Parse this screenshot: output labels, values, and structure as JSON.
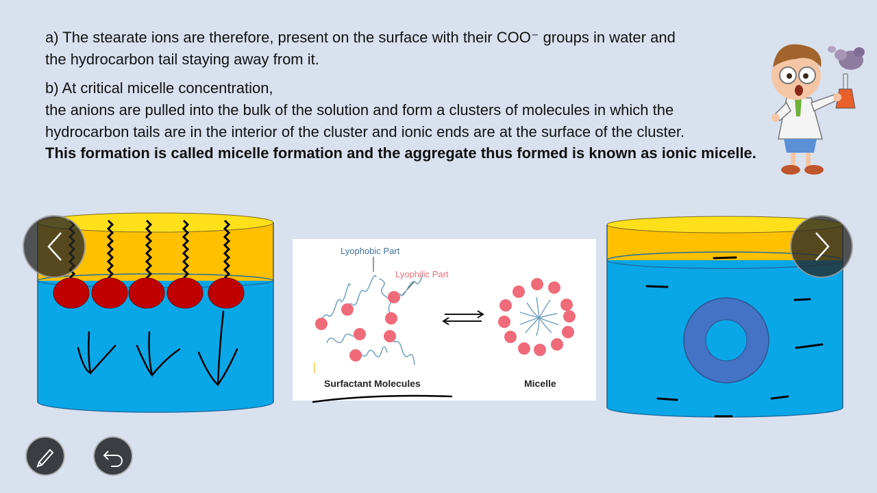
{
  "slide": {
    "para_a": {
      "line1": "a) The stearate ions are therefore, present on the surface with their COO⁻ groups in water and",
      "line2": "the hydrocarbon tail staying away from it."
    },
    "para_b": {
      "line1": "b) At critical micelle concentration,",
      "line2": "the anions are pulled into the bulk of the solution and form a clusters of molecules in which the",
      "line3": "hydrocarbon tails are in the interior of the cluster and ionic ends are at the surface of the cluster."
    },
    "bold_line": "This formation is called micelle formation and the aggregate thus formed is known as ionic micelle.",
    "diagram": {
      "lyophobic_label": "Lyophobic Part",
      "lyophilic_label": "Lyophilic Part",
      "surfactant_label": "Surfactant Molecules",
      "micelle_label": "Micelle"
    }
  },
  "icons": {
    "prev": "chevron-left-icon",
    "next": "chevron-right-icon",
    "pen": "pen-icon",
    "undo": "undo-icon"
  },
  "colors": {
    "background": "#d9e1ef",
    "water": "#0aa7e8",
    "oil": "#ffc000",
    "head": "#c00000",
    "micelle_ring": "#4472c4",
    "lyophobic_label": "#44719f",
    "lyophilic_label": "#e8707a"
  }
}
